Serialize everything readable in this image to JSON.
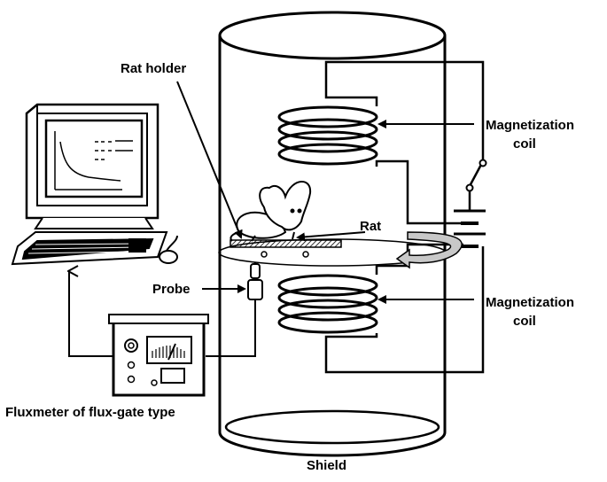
{
  "labels": {
    "rat_holder": "Rat holder",
    "magnetization_coil_top_line1": "Magnetization",
    "magnetization_coil_top_line2": "coil",
    "rat": "Rat",
    "probe": "Probe",
    "magnetization_coil_bottom_line1": "Magnetization",
    "magnetization_coil_bottom_line2": "coil",
    "fluxmeter": "Fluxmeter of flux-gate type",
    "shield": "Shield"
  },
  "colors": {
    "line": "#000000",
    "background": "#ffffff",
    "rotation_arrow": "#c8c8c8"
  }
}
